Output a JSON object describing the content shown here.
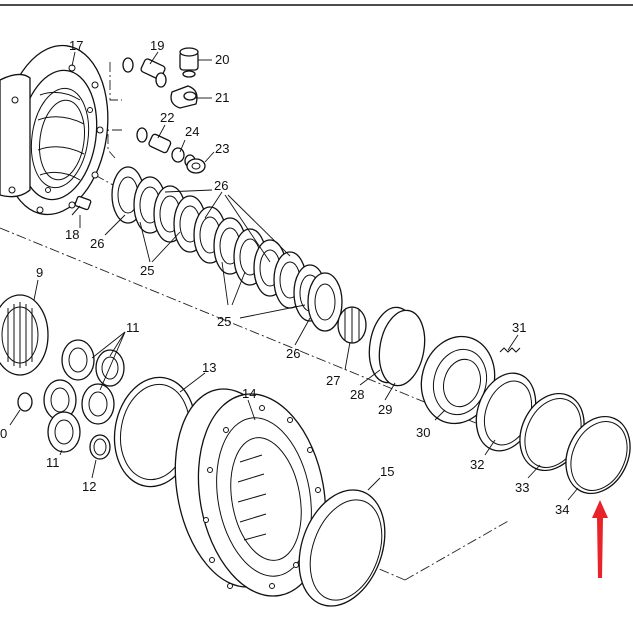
{
  "callouts": [
    {
      "id": "c17",
      "text": "17"
    },
    {
      "id": "c19",
      "text": "19"
    },
    {
      "id": "c20",
      "text": "20"
    },
    {
      "id": "c21",
      "text": "21"
    },
    {
      "id": "c22",
      "text": "22"
    },
    {
      "id": "c24",
      "text": "24"
    },
    {
      "id": "c23",
      "text": "23"
    },
    {
      "id": "c26a",
      "text": "26"
    },
    {
      "id": "c18",
      "text": "18"
    },
    {
      "id": "c26b",
      "text": "26"
    },
    {
      "id": "c25a",
      "text": "25"
    },
    {
      "id": "c9",
      "text": "9"
    },
    {
      "id": "c25b",
      "text": "25"
    },
    {
      "id": "c26c",
      "text": "26"
    },
    {
      "id": "c11a",
      "text": "11"
    },
    {
      "id": "c31",
      "text": "31"
    },
    {
      "id": "c13",
      "text": "13"
    },
    {
      "id": "c27",
      "text": "27"
    },
    {
      "id": "c28",
      "text": "28"
    },
    {
      "id": "c29",
      "text": "29"
    },
    {
      "id": "c14",
      "text": "14"
    },
    {
      "id": "c30",
      "text": "30"
    },
    {
      "id": "c10",
      "text": "0"
    },
    {
      "id": "c11b",
      "text": "11"
    },
    {
      "id": "c12",
      "text": "12"
    },
    {
      "id": "c32",
      "text": "32"
    },
    {
      "id": "c15",
      "text": "15"
    },
    {
      "id": "c33",
      "text": "33"
    },
    {
      "id": "c34",
      "text": "34"
    }
  ],
  "colors": {
    "line": "#111111",
    "background": "#ffffff",
    "arrow": "#e8242a"
  },
  "highlight": {
    "part": "34",
    "marker": "red-arrow"
  }
}
